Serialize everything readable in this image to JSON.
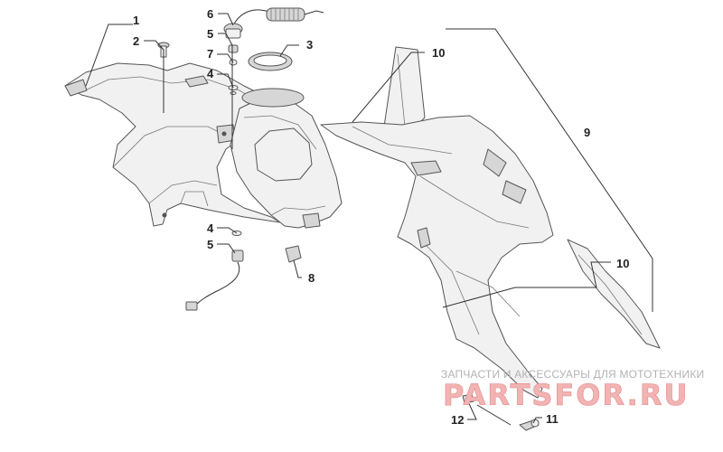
{
  "callouts": {
    "c1": "1",
    "c2": "2",
    "c3": "3",
    "c4a": "4",
    "c4b": "4",
    "c5a": "5",
    "c5b": "5",
    "c6": "6",
    "c7": "7",
    "c8": "8",
    "c9": "9",
    "c10a": "10",
    "c10b": "10",
    "c11": "11",
    "c12": "12"
  },
  "watermark": {
    "subtitle": "ЗАПЧАСТИ И АКСЕССУАРЫ ДЛЯ МОТОТЕХНИКИ",
    "brand": "PARTSFOR.RU"
  },
  "colors": {
    "line": "#555555",
    "watermark_red": "#e58a8a",
    "watermark_grey": "#b3b3b3"
  }
}
